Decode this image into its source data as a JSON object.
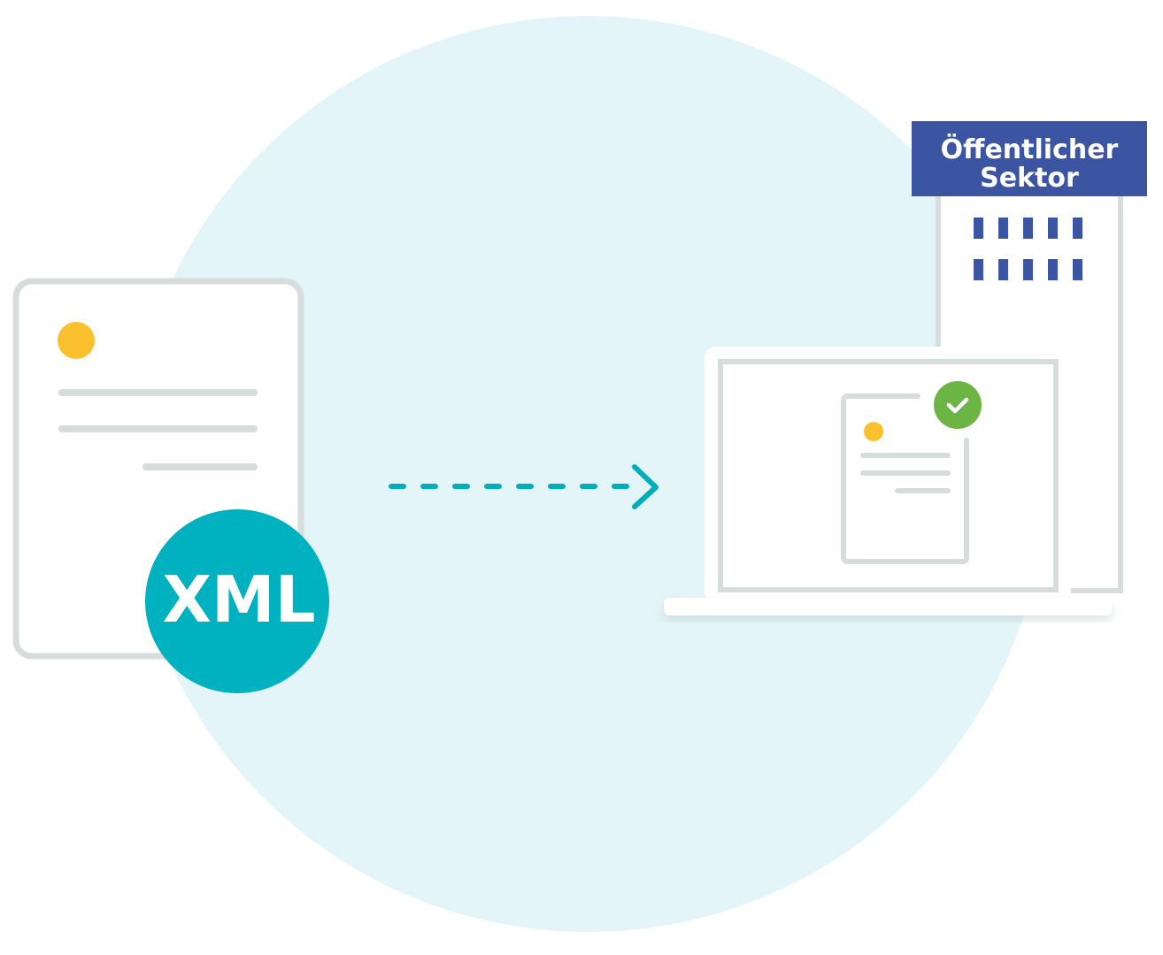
{
  "document": {
    "format_label": "XML"
  },
  "building": {
    "sign_line1": "Öffentlicher",
    "sign_line2": "Sektor"
  },
  "colors": {
    "background_circle": "#e3f5f8",
    "outline_gray": "#d6dddb",
    "accent_yellow": "#fbc02d",
    "xml_badge": "#00b1bf",
    "arrow_teal": "#00aeb9",
    "sign_blue": "#3b55a3",
    "window_blue": "#3b55a3",
    "check_green": "#6cb544",
    "white": "#ffffff"
  }
}
